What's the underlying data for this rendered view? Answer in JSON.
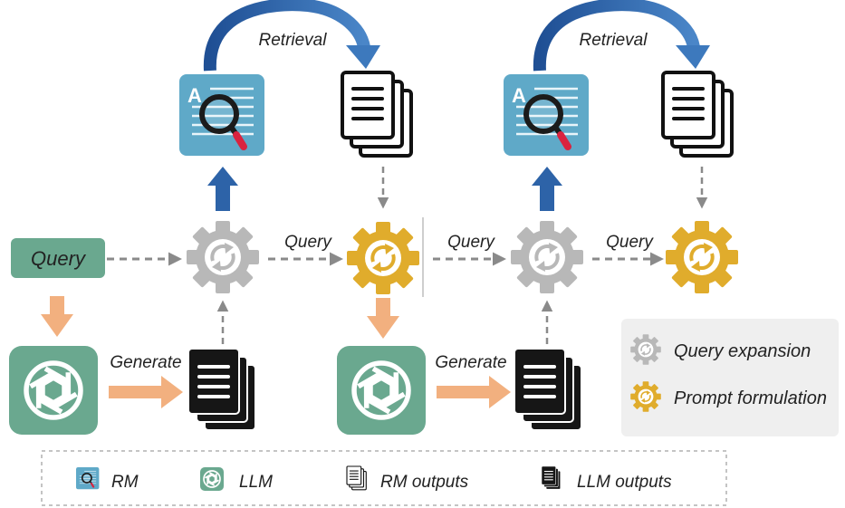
{
  "labels": {
    "retrieval_left": "Retrieval",
    "retrieval_right": "Retrieval",
    "query_box": "Query",
    "query_arrow_1": "Query",
    "query_arrow_2": "Query",
    "query_arrow_3": "Query",
    "generate_left": "Generate",
    "generate_right": "Generate",
    "rm_letter": "A"
  },
  "side_legend": {
    "query_expansion": "Query expansion",
    "prompt_formulation": "Prompt formulation"
  },
  "bottom_legend": {
    "rm": "RM",
    "llm": "LLM",
    "rm_outputs": "RM outputs",
    "llm_outputs": "LLM outputs"
  },
  "colors": {
    "rm_tile": "#5fa9c8",
    "llm_tile": "#6aa88f",
    "query_box": "#6aa88f",
    "gear_gray": "#b8b8b8",
    "gear_gold": "#e0ac2c",
    "arrow_blue": "#2d63a8",
    "arrow_orange": "#f2b07f",
    "dashed_gray": "#8a8a8a",
    "magnifier_handle": "#d9233f"
  },
  "icons": {
    "rm": "document-magnifier-icon",
    "llm": "openai-knot-icon",
    "rm_outputs": "stacked-white-documents-icon",
    "llm_outputs": "stacked-black-documents-icon",
    "query_expansion": "gray-gear-refresh-icon",
    "prompt_formulation": "gold-gear-refresh-icon"
  }
}
